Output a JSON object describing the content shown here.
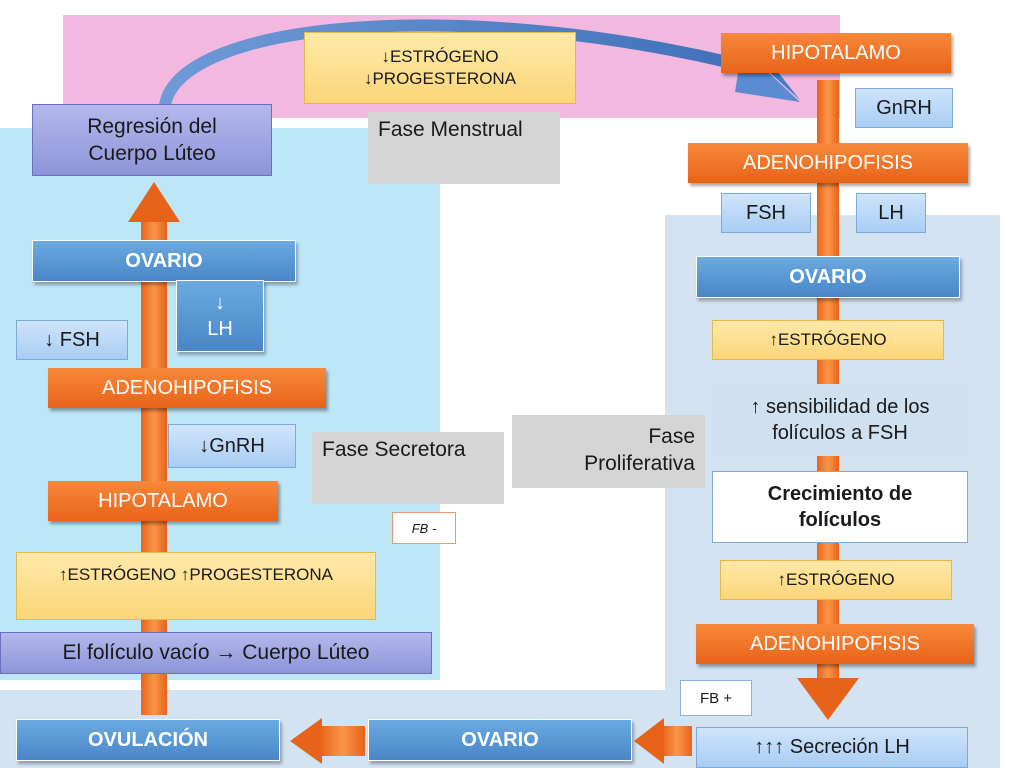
{
  "top": {
    "estrogen_down": "↓ESTRÓGENO",
    "progesterone_down": "↓PROGESTERONA",
    "menstrual_phase": "Fase Menstrual",
    "hypothalamus": "HIPOTALAMO",
    "gnrh": "GnRH",
    "adenohypophysis": "ADENOHIPOFISIS",
    "fsh": "FSH",
    "lh": "LH"
  },
  "left": {
    "regression_line1": "Regresión del",
    "regression_line2": "Cuerpo Lúteo",
    "ovary": "OVARIO",
    "lh_arrow": "↓",
    "lh_label": "LH",
    "fsh_down": "↓ FSH",
    "adenohypophysis": "ADENOHIPOFISIS",
    "gnrh_down": "↓GnRH",
    "hypothalamus": "HIPOTALAMO",
    "estrogen_progesterone_up": "↑ESTRÓGENO ↑PROGESTERONA",
    "follicle_to_corpus": "El folículo vacío → Cuerpo Lúteo"
  },
  "middle": {
    "secretory_phase": "Fase Secretora",
    "proliferative_line1": "Fase",
    "proliferative_line2": "Proliferativa",
    "fb_minus": "FB -",
    "fb_plus": "FB +"
  },
  "right": {
    "ovary": "OVARIO",
    "estrogen_up_1": "↑ESTRÓGENO",
    "sensitivity_line1": "↑ sensibilidad  de los",
    "sensitivity_line2": "folículos a FSH",
    "growth_line1": "Crecimiento de",
    "growth_line2": "folículos",
    "estrogen_up_2": "↑ESTRÓGENO",
    "adenohypophysis": "ADENOHIPOFISIS"
  },
  "bottom": {
    "ovulation": "OVULACIÓN",
    "ovary": "OVARIO",
    "lh_secretion": "↑↑↑ Secreción LH"
  }
}
